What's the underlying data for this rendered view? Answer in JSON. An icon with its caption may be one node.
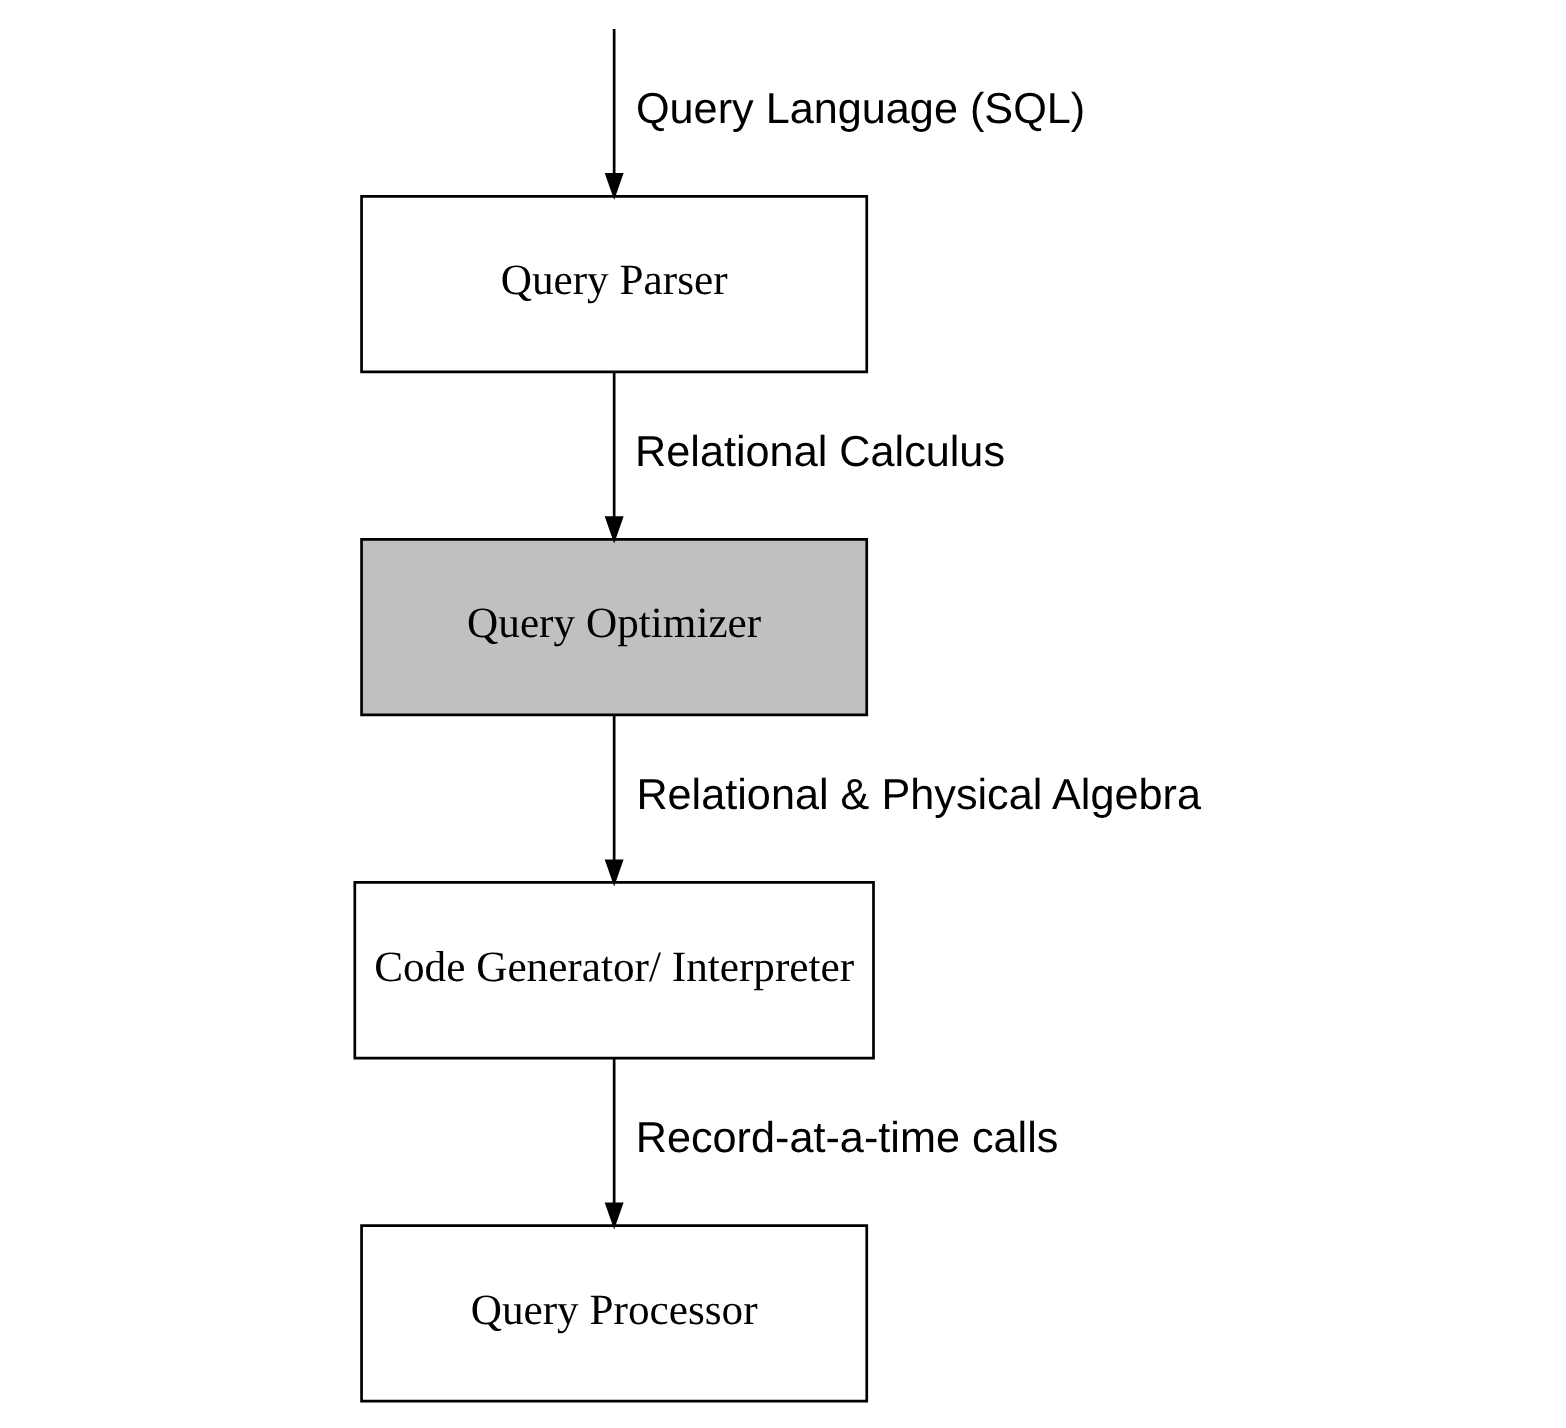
{
  "diagram": {
    "nodes": [
      {
        "text": [
          "Query Parser"
        ]
      },
      {
        "text": [
          "Query Optimizer"
        ]
      },
      {
        "text": [
          "Code Generator/ Interpreter"
        ]
      },
      {
        "text": [
          "Query Processor"
        ]
      }
    ],
    "edges": [
      {
        "from": null,
        "to": 0,
        "arrow": "to",
        "label": "Query Language (SQL)"
      },
      {
        "from": 0,
        "to": 1,
        "arrow": "to",
        "label": "Relational Calculus"
      },
      {
        "from": 1,
        "to": 2,
        "arrow": "to",
        "label": "Relational & Physical Algebra"
      },
      {
        "from": 2,
        "to": 3,
        "arrow": "to",
        "label": "Record-at-a-time calls"
      }
    ]
  }
}
